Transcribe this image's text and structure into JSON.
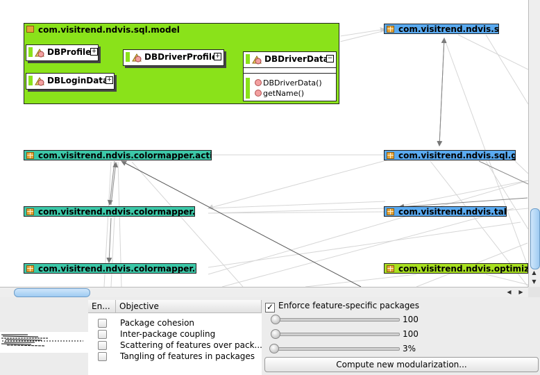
{
  "diagram": {
    "model_package": {
      "name": "com.visitrend.ndvis.sql.model",
      "classes": [
        {
          "name": "DBProfile",
          "toggle": "+"
        },
        {
          "name": "DBLoginData",
          "toggle": "+"
        },
        {
          "name": "DBDriverProfile",
          "toggle": "+"
        },
        {
          "name": "DBDriverData",
          "toggle": "−",
          "methods": [
            "DBDriverData()",
            "getName()"
          ]
        }
      ]
    },
    "packages": {
      "sql": "com.visitrend.ndvis.sql",
      "cm_actions": "com.visitrend.ndvis.colormapper.actions",
      "sql_gui": "com.visitrend.ndvis.sql.gui",
      "cm_io": "com.visitrend.ndvis.colormapper.io",
      "table": "com.visitrend.ndvis.table",
      "cm_gui": "com.visitrend.ndvis.colormapper.gui",
      "optimize": "com.visitrend.ndvis.optimize"
    },
    "colors": {
      "model_package": "#8ae21a",
      "colormapper_packages": "#3cc8a8",
      "sql_packages": "#5aaaf0",
      "optimize_package": "#a8e020"
    }
  },
  "objectives": {
    "columns": [
      "En...",
      "Objective"
    ],
    "rows": [
      {
        "enabled": false,
        "label": "Package cohesion"
      },
      {
        "enabled": false,
        "label": "Inter-package coupling"
      },
      {
        "enabled": false,
        "label": "Scattering of features over pack..."
      },
      {
        "enabled": false,
        "label": "Tangling of features in packages"
      }
    ]
  },
  "controls": {
    "enforce_label": "Enforce feature-specific packages",
    "enforce_checked": true,
    "sliders": [
      {
        "value": 0,
        "label": "100"
      },
      {
        "value": 0,
        "label": "100"
      },
      {
        "value": 0,
        "label": "3%"
      }
    ],
    "compute_label": "Compute new modularization..."
  }
}
